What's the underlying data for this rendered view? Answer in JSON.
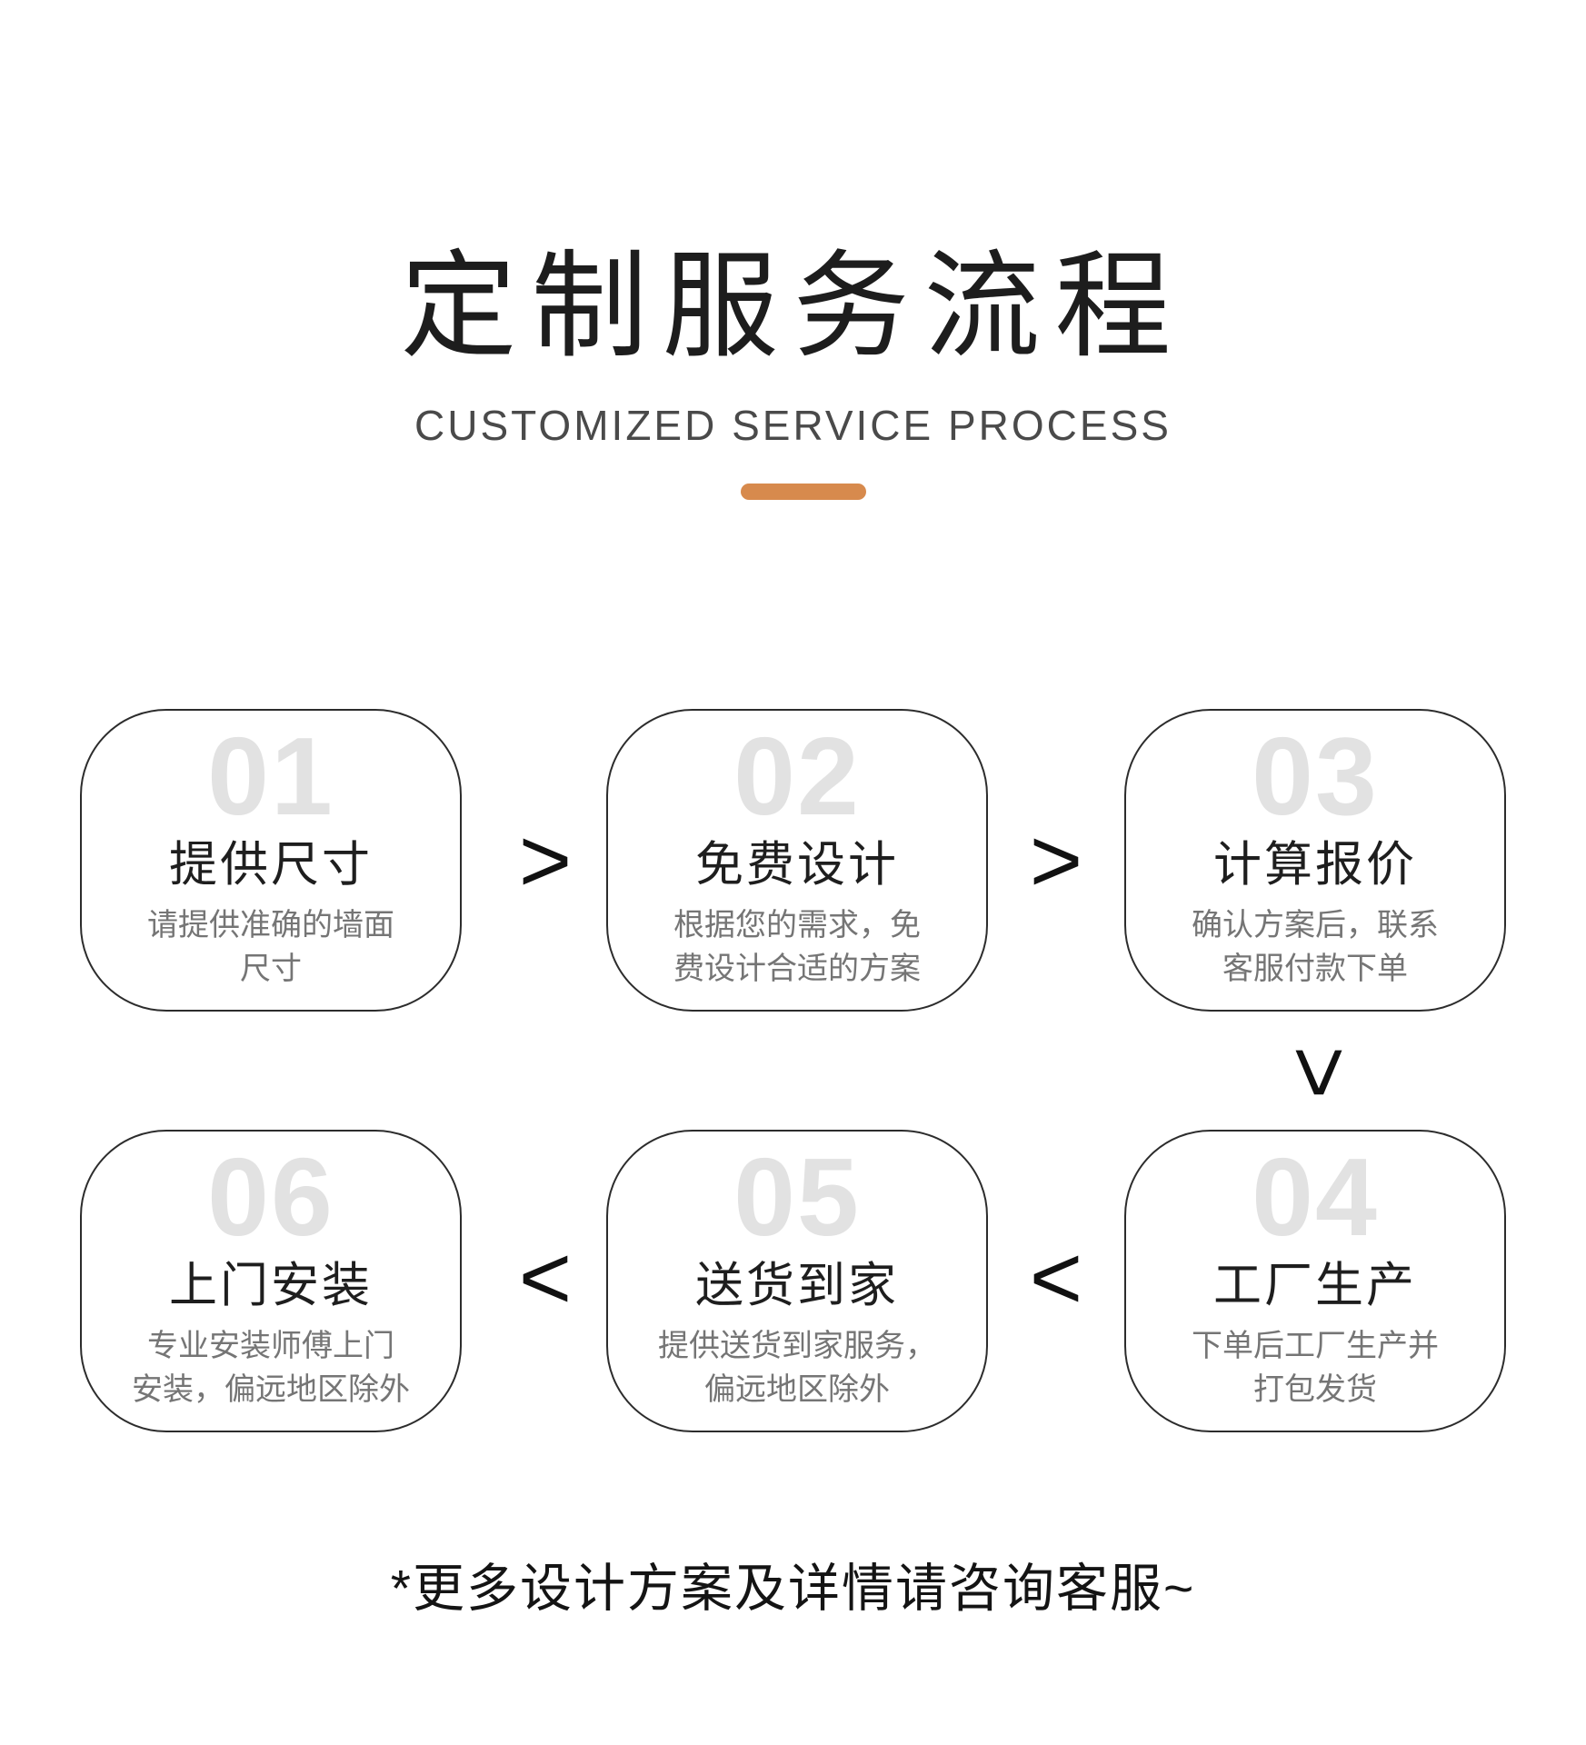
{
  "header": {
    "title": "定制服务流程",
    "subtitle": "CUSTOMIZED SERVICE PROCESS"
  },
  "colors": {
    "accent_orange": "#d78a4d",
    "box_border": "#2c2c2c",
    "step_number_gray": "#e2e2e2",
    "description_gray": "#757575",
    "text_dark": "#1d1d1d"
  },
  "steps": [
    {
      "number": "01",
      "title": "提供尺寸",
      "description": "请提供准确的墙面\n尺寸"
    },
    {
      "number": "02",
      "title": "免费设计",
      "description": "根据您的需求，免\n费设计合适的方案"
    },
    {
      "number": "03",
      "title": "计算报价",
      "description": "确认方案后，联系\n客服付款下单"
    },
    {
      "number": "04",
      "title": "工厂生产",
      "description": "下单后工厂生产并\n打包发货"
    },
    {
      "number": "05",
      "title": "送货到家",
      "description": "提供送货到家服务，\n偏远地区除外"
    },
    {
      "number": "06",
      "title": "上门安装",
      "description": "专业安装师傅上门\n安装，偏远地区除外"
    }
  ],
  "arrows": {
    "right_glyph": ">",
    "left_glyph": "<",
    "down_glyph": ">"
  },
  "footer": {
    "note": "*更多设计方案及详情请咨询客服~"
  }
}
